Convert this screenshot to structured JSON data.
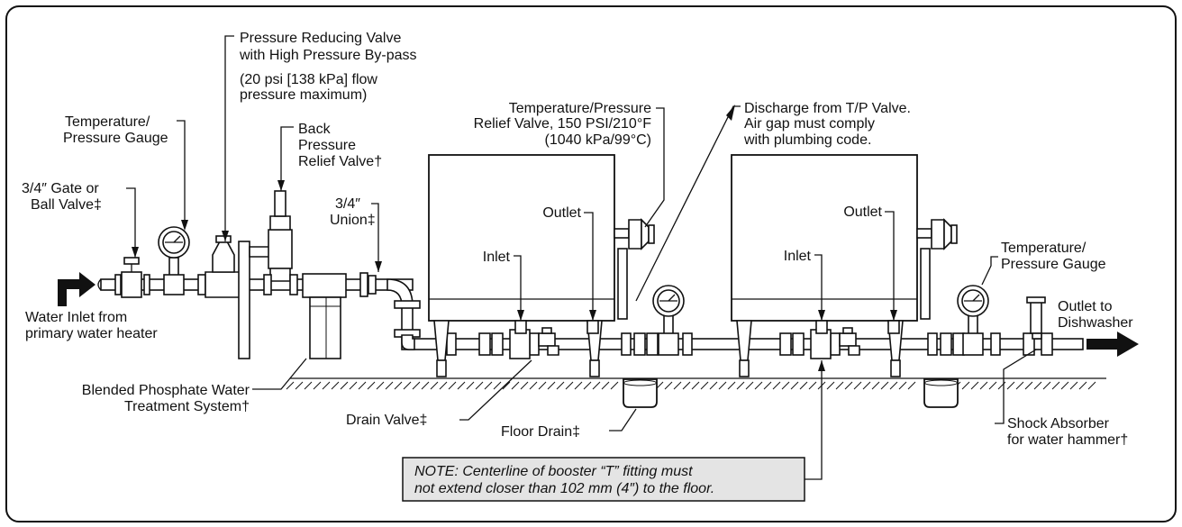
{
  "labels": {
    "prv_line1": "Pressure Reducing Valve",
    "prv_line2": "with High Pressure By-pass",
    "prv_line3": "(20 psi [138 kPa] flow",
    "prv_line4": "pressure maximum)",
    "tp_gauge_left_line1": "Temperature/",
    "tp_gauge_left_line2": "Pressure Gauge",
    "back_pressure_line1": "Back",
    "back_pressure_line2": "Pressure",
    "back_pressure_line3": "Relief Valve†",
    "gate_valve_line1": "3/4″ Gate or",
    "gate_valve_line2": "Ball Valve‡",
    "union_line1": "3/4″",
    "union_line2": "Union‡",
    "water_inlet_line1": "Water Inlet from",
    "water_inlet_line2": "primary water heater",
    "blended_line1": "Blended Phosphate Water",
    "blended_line2": "Treatment System†",
    "tp_relief_line1": "Temperature/Pressure",
    "tp_relief_line2": "Relief Valve, 150 PSI/210°F",
    "tp_relief_line3": "(1040 kPa/99°C)",
    "discharge_line1": "Discharge from T/P Valve.",
    "discharge_line2": "Air gap must comply",
    "discharge_line3": "with plumbing code.",
    "outlet_1": "Outlet",
    "inlet_1": "Inlet",
    "outlet_2": "Outlet",
    "inlet_2": "Inlet",
    "tp_gauge_right_line1": "Temperature/",
    "tp_gauge_right_line2": "Pressure Gauge",
    "outlet_dishwasher_line1": "Outlet to",
    "outlet_dishwasher_line2": "Dishwasher",
    "drain_valve": "Drain Valve‡",
    "floor_drain": "Floor Drain‡",
    "shock_line1": "Shock Absorber",
    "shock_line2": "for water hammer†"
  },
  "note": {
    "line1": "NOTE: Centerline of booster “T” fitting must",
    "line2": "not extend closer than 102 mm (4″) to the floor."
  },
  "colors": {
    "ink": "#111111",
    "note_background": "#e4e4e4",
    "background": "#ffffff"
  }
}
